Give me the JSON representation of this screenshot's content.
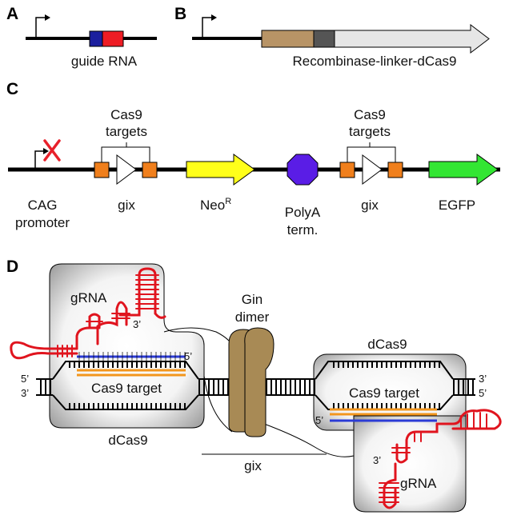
{
  "panels": {
    "a": "A",
    "b": "B",
    "c": "C",
    "d": "D"
  },
  "panel_a": {
    "guide_label": "guide RNA"
  },
  "panel_b": {
    "fusion_label": "Recombinase-linker-dCas9"
  },
  "panel_c": {
    "targets_line1": "Cas9",
    "targets_line2": "targets",
    "cag_line1": "CAG",
    "cag_line2": "promoter",
    "gix_left": "gix",
    "neo": "Neo",
    "neo_sup": "R",
    "polya_line1": "PolyA",
    "polya_line2": "term.",
    "gix_right": "gix",
    "egfp": "EGFP"
  },
  "panel_d": {
    "grna_left": "gRNA",
    "grna_right": "gRNA",
    "three_prime_left": "3’",
    "three_prime_right": "3’",
    "five_prime_guide_left": "5’",
    "five_prime_guide_right": "5’",
    "cas9_target_left": "Cas9 target",
    "cas9_target_right": "Cas9 target",
    "dcas9_left": "dCas9",
    "dcas9_right": "dCas9",
    "gin_line1": "Gin",
    "gin_line2": "dimer",
    "gix": "gix",
    "left_end_top": "5’",
    "left_end_bottom": "3’",
    "right_end_top": "3’",
    "right_end_bottom": "5’"
  },
  "colors": {
    "guide_blue": "#1c1f9e",
    "guide_red": "#ee1c24",
    "recombinase": "#b89466",
    "linker": "#555555",
    "dcas9_arrow": "#e6e6e6",
    "gix_site": "#f07f1c",
    "neo": "#ffff1a",
    "polya": "#5a1de6",
    "egfp": "#33e633",
    "cross": "#e8202a",
    "rna": "#e0141e",
    "gin": "#a88a55",
    "dna_orange": "#f2961e",
    "dna_blue": "#2b3bd6"
  }
}
